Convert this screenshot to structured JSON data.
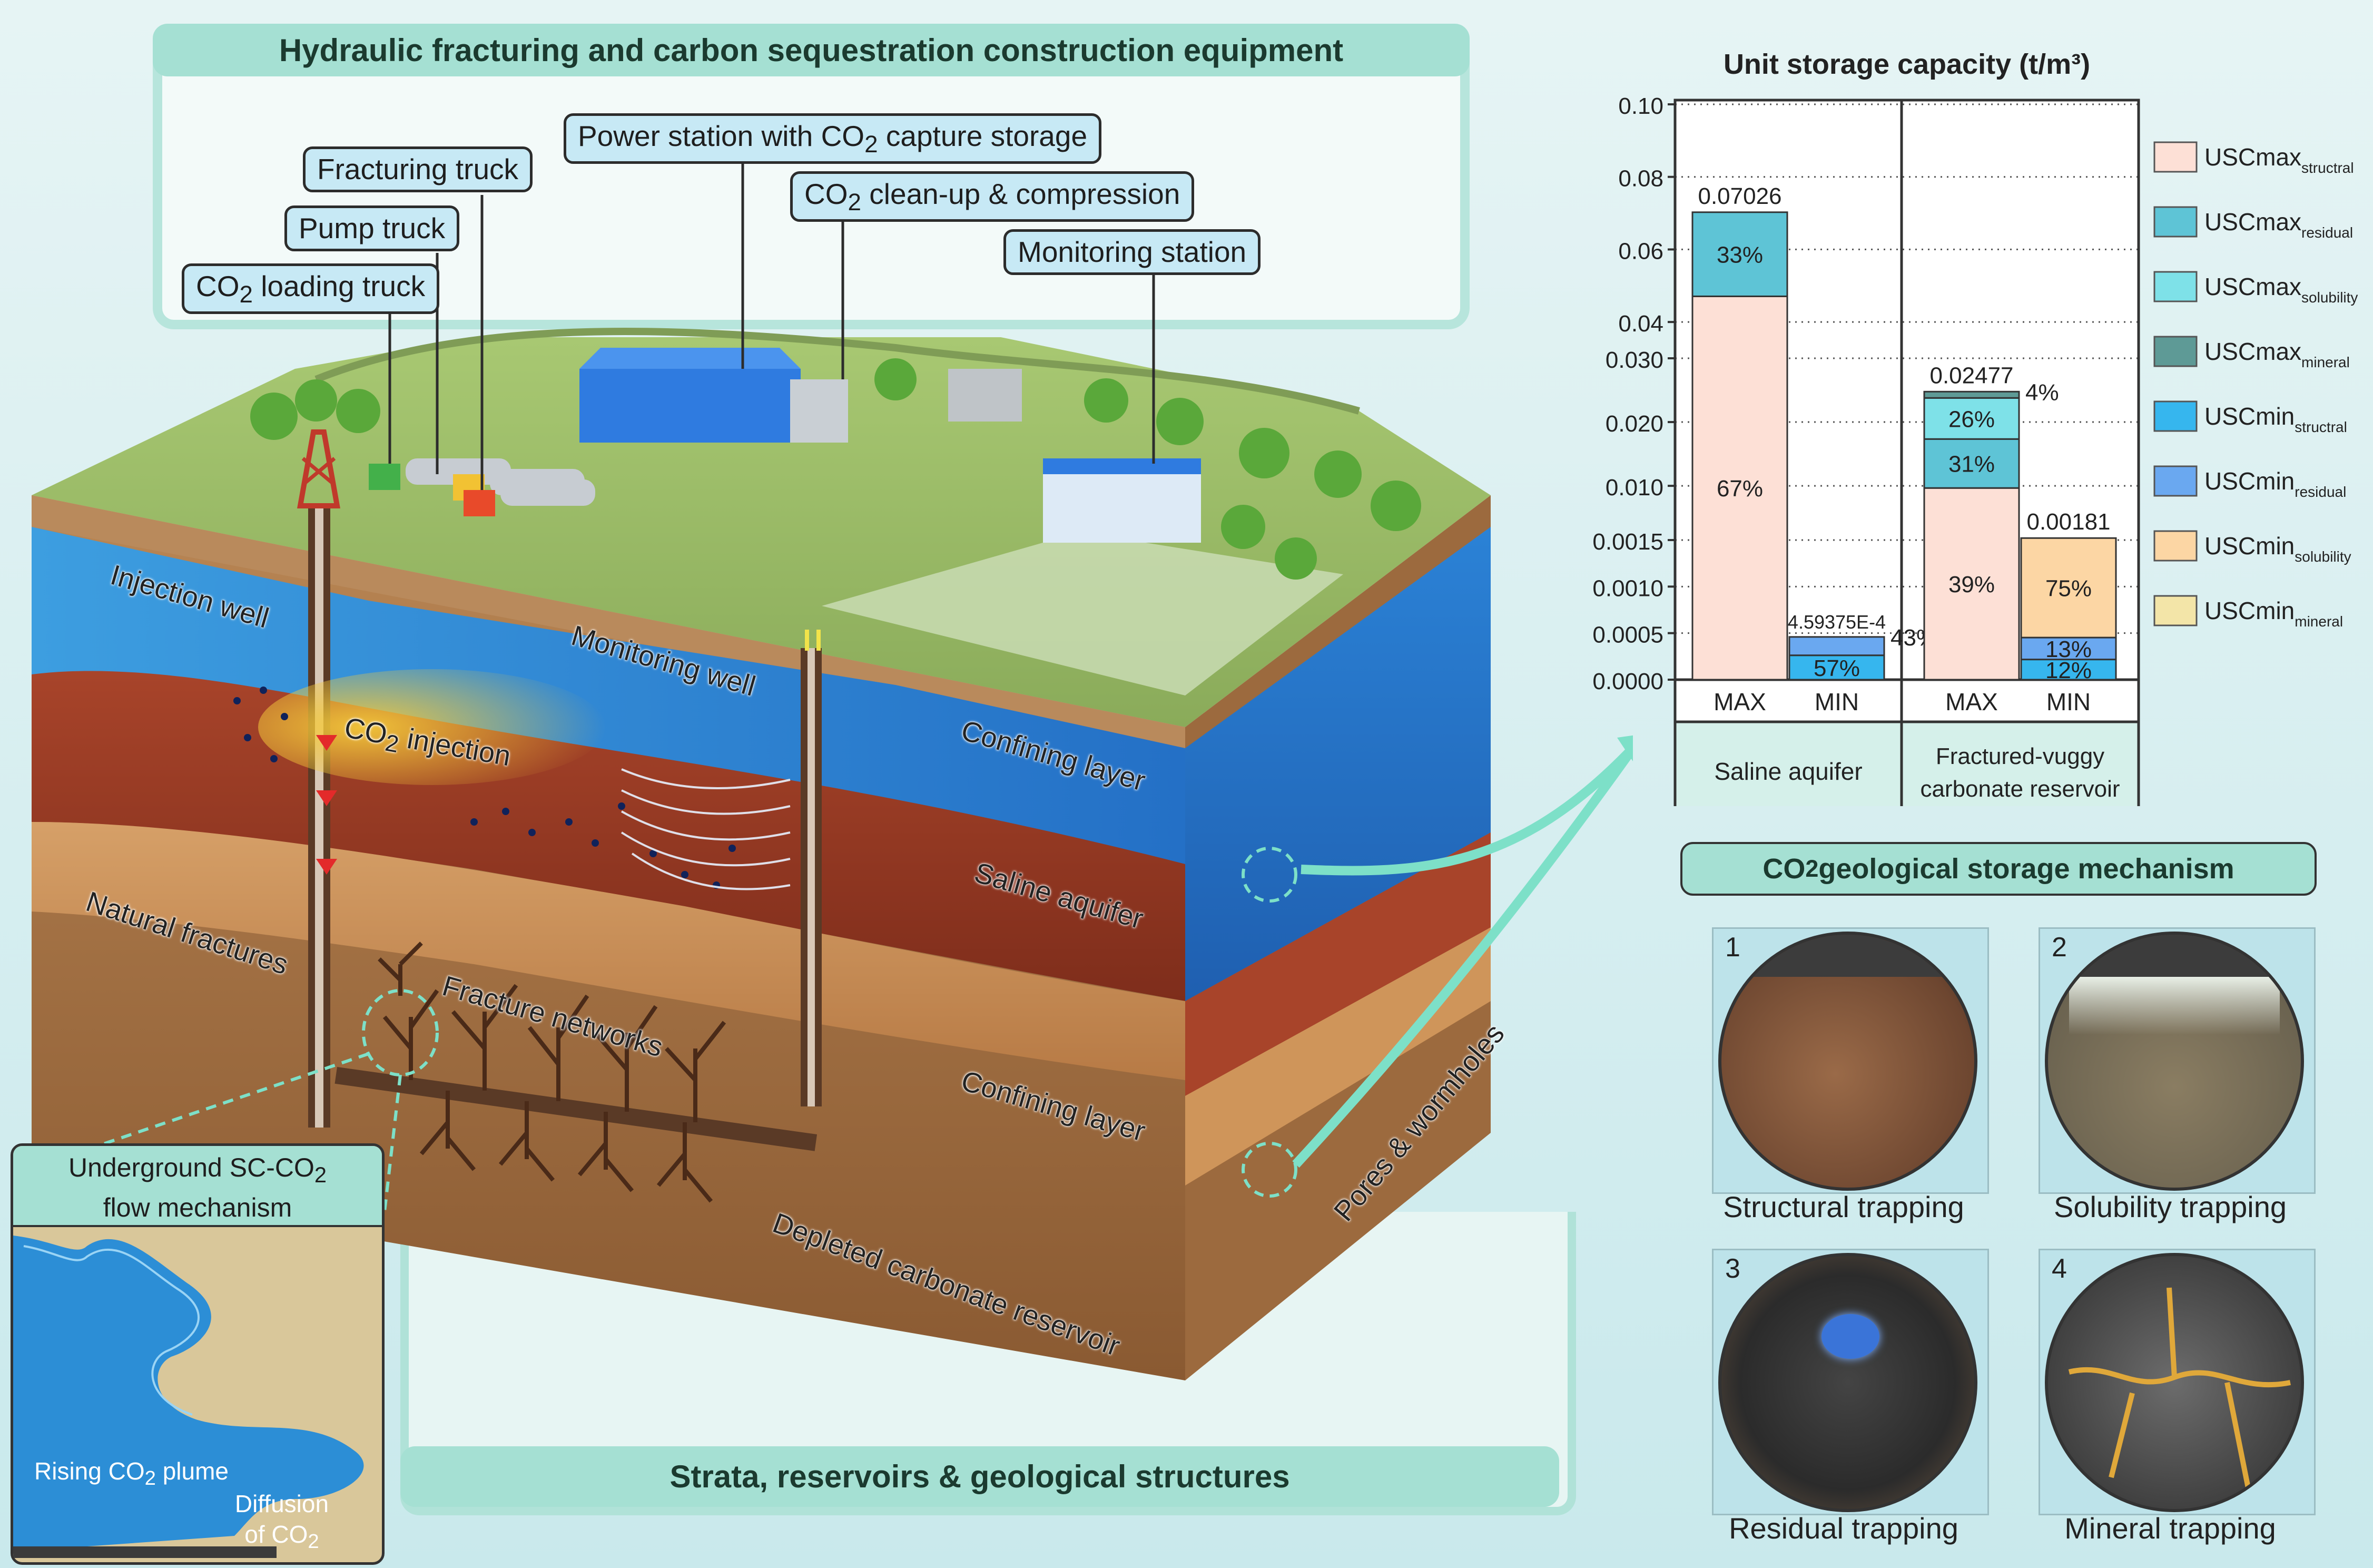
{
  "top_panel": {
    "title": "Hydraulic fracturing and carbon sequestration construction equipment"
  },
  "bottom_panel": {
    "title": "Strata, reservoirs & geological structures"
  },
  "equipment_callouts": [
    {
      "id": "fracturing-truck",
      "text": "Fracturing truck"
    },
    {
      "id": "pump-truck",
      "text": "Pump truck"
    },
    {
      "id": "co2-loading-truck",
      "pre": "CO",
      "sub": "2",
      "post": " loading truck"
    },
    {
      "id": "power-station",
      "pre": "Power station with CO",
      "sub": "2",
      "post": " capture storage"
    },
    {
      "id": "co2-cleanup",
      "pre": "CO",
      "sub": "2",
      "post": " clean-up & compression"
    },
    {
      "id": "monitoring-station",
      "text": "Monitoring station"
    }
  ],
  "strata_labels": {
    "injection_well": "Injection well",
    "monitoring_well": "Monitoring well",
    "co2_injection_pre": "CO",
    "co2_injection_sub": "2",
    "co2_injection_post": " injection",
    "confining_layer_top": "Confining layer",
    "saline_aquifer": "Saline aquifer",
    "natural_fractures": "Natural fractures",
    "fracture_networks": "Fracture networks",
    "confining_layer_bottom": "Confining layer",
    "pores_wormholes": "Pores & wormholes",
    "depleted_reservoir": "Depleted carbonate reservoir"
  },
  "inset": {
    "title_line1_pre": "Underground SC-CO",
    "title_line1_sub": "2",
    "title_line2": "flow mechanism",
    "rising_pre": "Rising CO",
    "rising_sub": "2",
    "rising_post": " plume",
    "diffusion_line1": "Diffusion",
    "diffusion_line2_pre": "of CO",
    "diffusion_line2_sub": "2"
  },
  "chart_data": {
    "type": "bar",
    "title": "Unit storage capacity (t/m³)",
    "stacked": true,
    "y_tick_labels": [
      "0.0000",
      "0.0005",
      "0.0010",
      "0.0015",
      "0.010",
      "0.020",
      "0.030",
      "0.04",
      "0.06",
      "0.08",
      "0.10"
    ],
    "axis_note": "broken y-axis: 0–0.0015, 0.0015–0.03, 0.03–0.10",
    "groups": [
      {
        "name": "Saline aquifer",
        "bars": [
          {
            "label": "MAX",
            "total": 0.07026,
            "total_label": "0.07026",
            "segments": [
              {
                "series": "USCmax_structral",
                "share_label": "67%"
              },
              {
                "series": "USCmax_residual",
                "share_label": "33%"
              }
            ]
          },
          {
            "label": "MIN",
            "total": 0.000459375,
            "total_label": "4.59375E-4",
            "segments": [
              {
                "series": "USCmin_structral",
                "share_label": "57%"
              },
              {
                "series": "USCmin_residual",
                "share_label": "43%"
              }
            ]
          }
        ]
      },
      {
        "name": "Fractured-vuggy carbonate reservoir",
        "name_line1": "Fractured-vuggy",
        "name_line2": "carbonate reservoir",
        "bars": [
          {
            "label": "MAX",
            "total": 0.02477,
            "total_label": "0.02477",
            "segments": [
              {
                "series": "USCmax_structral",
                "share_label": "39%"
              },
              {
                "series": "USCmax_residual",
                "share_label": "31%"
              },
              {
                "series": "USCmax_solubility",
                "share_label": "26%"
              },
              {
                "series": "USCmax_mineral",
                "share_label": "4%"
              }
            ]
          },
          {
            "label": "MIN",
            "total": 0.00181,
            "total_label": "0.00181",
            "segments": [
              {
                "series": "USCmin_structral",
                "share_label": "12%"
              },
              {
                "series": "USCmin_residual",
                "share_label": "13%"
              },
              {
                "series": "USCmin_solubility",
                "share_label": "75%"
              }
            ]
          }
        ]
      }
    ],
    "legend": [
      {
        "base": "USCmax",
        "sub": "structral",
        "color": "#fde0d6"
      },
      {
        "base": "USCmax",
        "sub": "residual",
        "color": "#5ec4d6"
      },
      {
        "base": "USCmax",
        "sub": "solubility",
        "color": "#7ee1e8"
      },
      {
        "base": "USCmax",
        "sub": "mineral",
        "color": "#5e9a96"
      },
      {
        "base": "USCmin",
        "sub": "structral",
        "color": "#36b6ee"
      },
      {
        "base": "USCmin",
        "sub": "residual",
        "color": "#6aa8f0"
      },
      {
        "base": "USCmin",
        "sub": "solubility",
        "color": "#fcd6a4"
      },
      {
        "base": "USCmin",
        "sub": "mineral",
        "color": "#f3e5a8"
      }
    ],
    "legend_position": "right",
    "grid": "dotted horizontal"
  },
  "mechanism": {
    "title_pre": "CO",
    "title_sub": "2",
    "title_post": " geological storage mechanism",
    "items": [
      {
        "num": "1",
        "label": "Structural trapping"
      },
      {
        "num": "2",
        "label": "Solubility trapping"
      },
      {
        "num": "3",
        "label": "Residual trapping"
      },
      {
        "num": "4",
        "label": "Mineral trapping"
      }
    ]
  }
}
